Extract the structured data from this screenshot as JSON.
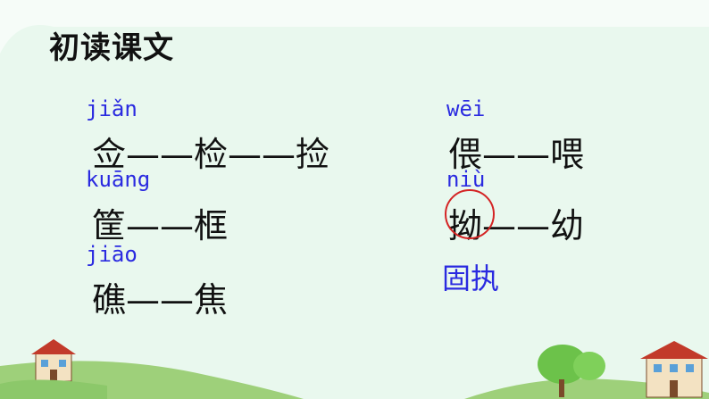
{
  "title": "初读课文",
  "left": {
    "group1": {
      "pinyin": "jiǎn",
      "line": "佥——检——捡"
    },
    "group2": {
      "pinyin": "kuāng",
      "line": "筐——框"
    },
    "group3": {
      "pinyin": "jiāo",
      "line": "礁——焦"
    }
  },
  "right": {
    "group1": {
      "pinyin": "wēi",
      "line": "偎——喂"
    },
    "group2": {
      "pinyin": "niù",
      "char": "拗",
      "rest": "——幼"
    },
    "note": "固执"
  },
  "colors": {
    "background_band": "#e9f8ee",
    "pinyin": "#2a2ae0",
    "circle": "#d42424"
  }
}
